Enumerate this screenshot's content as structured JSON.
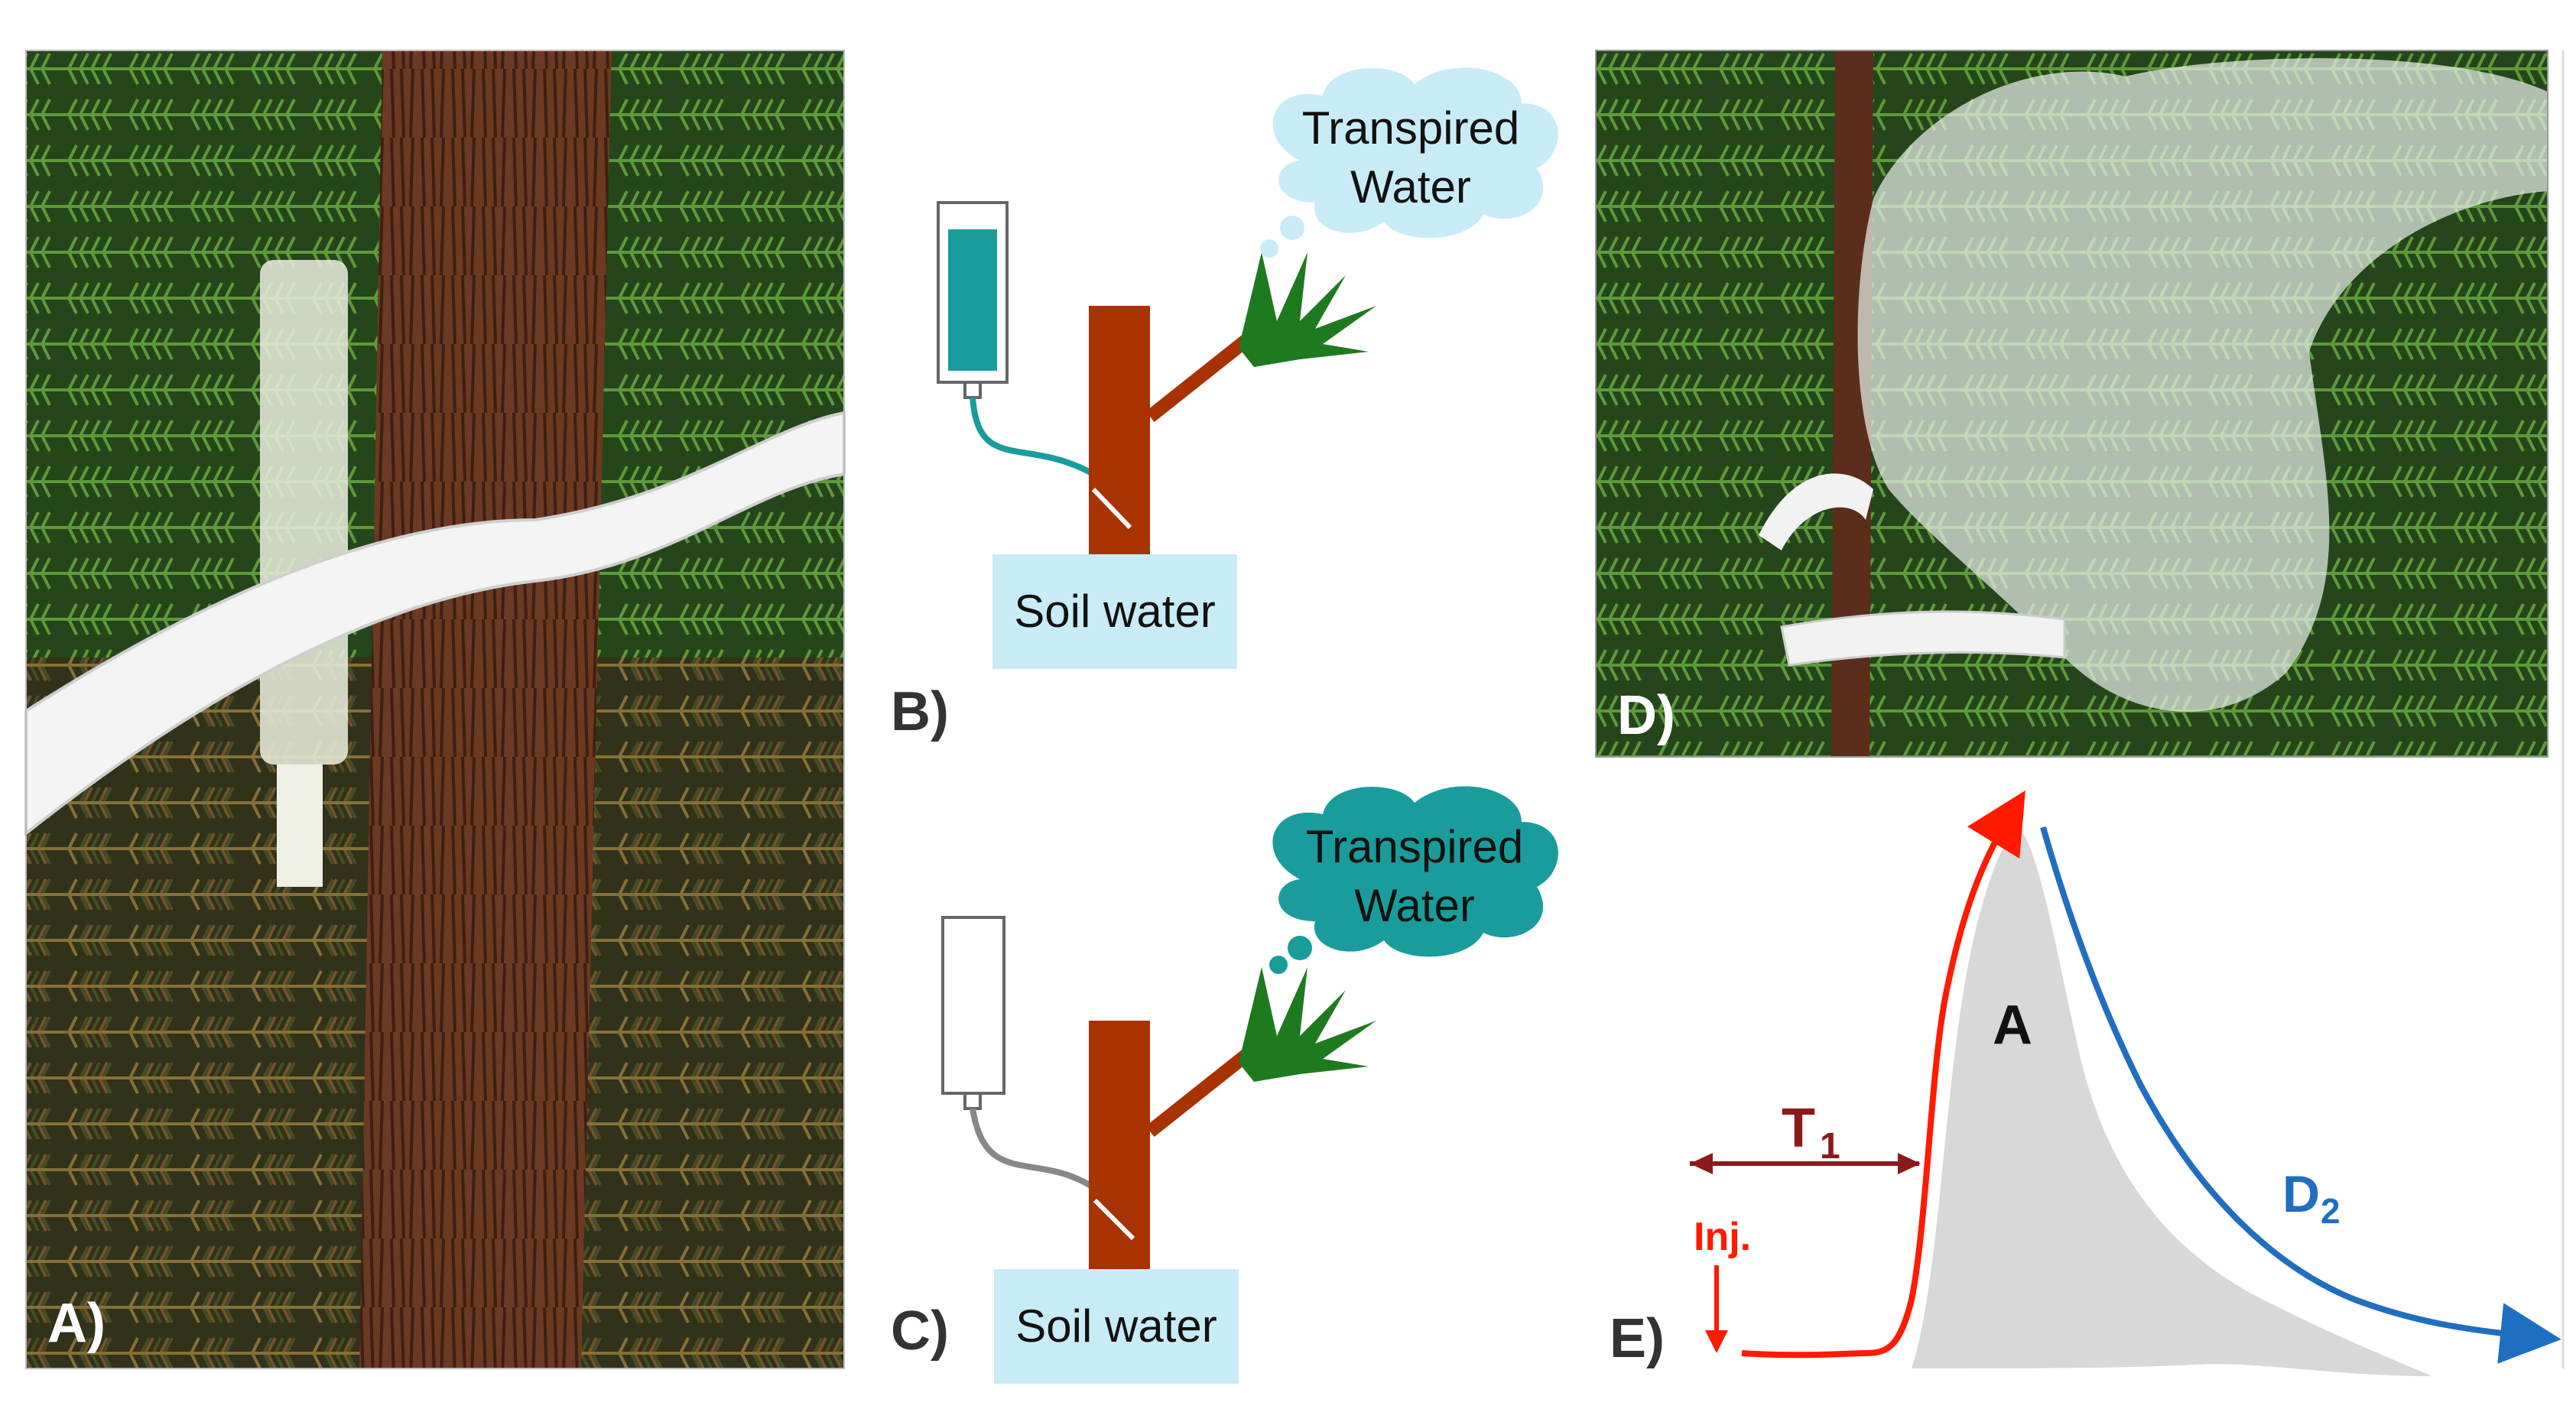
{
  "panels": {
    "a": {
      "letter": "A)"
    },
    "b": {
      "letter": "B)",
      "cloud_line1": "Transpired",
      "cloud_line2": "Water",
      "soil_label": "Soil water"
    },
    "c": {
      "letter": "C)",
      "cloud_line1": "Transpired",
      "cloud_line2": "Water",
      "soil_label": "Soil water"
    },
    "d": {
      "letter": "D)"
    },
    "e": {
      "letter": "E)",
      "peak_label": "A",
      "t1_label": "T",
      "t1_sub": "1",
      "d2_label": "D",
      "d2_sub": "2",
      "inj_label": "Inj."
    }
  },
  "colors": {
    "trunk": "#a83200",
    "foliage": "#1e7a1e",
    "tracer": "#1a9c9c",
    "cloud_light": "#c8ecf7",
    "soil": "#c8ecf7",
    "rise_curve": "#ff1a00",
    "decay_curve": "#1f6fc0",
    "t1_arrow": "#8b1a1a",
    "peak_fill": "#d8d8d8"
  }
}
